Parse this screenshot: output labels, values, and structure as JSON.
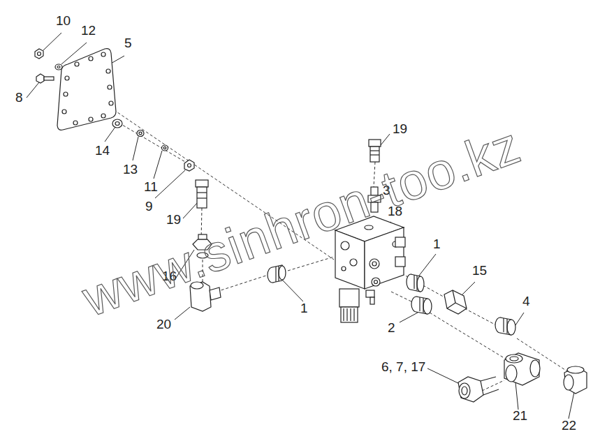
{
  "diagram": {
    "labels": [
      "10",
      "12",
      "5",
      "8",
      "14",
      "13",
      "11",
      "9",
      "19",
      "3",
      "18",
      "19",
      "1",
      "16",
      "20",
      "1",
      "15",
      "4",
      "2",
      "6, 7, 17",
      "21",
      "22",
      "www.sinhron-too.kz"
    ]
  }
}
